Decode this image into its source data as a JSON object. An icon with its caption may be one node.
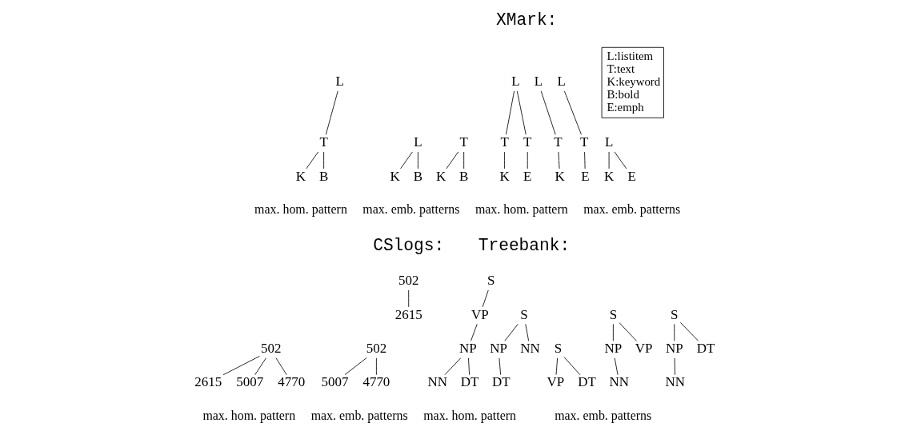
{
  "diagram": {
    "nodes": [
      {
        "text": [
          "L"
        ]
      },
      {
        "text": [
          "T"
        ]
      },
      {
        "text": [
          "K"
        ]
      },
      {
        "text": [
          "B"
        ]
      },
      {
        "text": [
          "L"
        ]
      },
      {
        "text": [
          "K"
        ]
      },
      {
        "text": [
          "B"
        ]
      },
      {
        "text": [
          "T"
        ]
      },
      {
        "text": [
          "K"
        ]
      },
      {
        "text": [
          "B"
        ]
      },
      {
        "text": [
          "L"
        ]
      },
      {
        "text": [
          "T"
        ]
      },
      {
        "text": [
          "T"
        ]
      },
      {
        "text": [
          "K"
        ]
      },
      {
        "text": [
          "E"
        ]
      },
      {
        "text": [
          "L"
        ]
      },
      {
        "text": [
          "T"
        ]
      },
      {
        "text": [
          "K"
        ]
      },
      {
        "text": [
          "L"
        ]
      },
      {
        "text": [
          "T"
        ]
      },
      {
        "text": [
          "E"
        ]
      },
      {
        "text": [
          "L"
        ]
      },
      {
        "text": [
          "K"
        ]
      },
      {
        "text": [
          "E"
        ]
      },
      {
        "text": [
          "L:listitem",
          "T:text",
          "K:keyword",
          "B:bold",
          "E:emph"
        ]
      },
      {
        "text": [
          "502"
        ]
      },
      {
        "text": [
          "2615"
        ]
      },
      {
        "text": [
          "5007"
        ]
      },
      {
        "text": [
          "4770"
        ]
      },
      {
        "text": [
          "502"
        ]
      },
      {
        "text": [
          "5007"
        ]
      },
      {
        "text": [
          "4770"
        ]
      },
      {
        "text": [
          "502"
        ]
      },
      {
        "text": [
          "2615"
        ]
      },
      {
        "text": [
          "S"
        ]
      },
      {
        "text": [
          "VP"
        ]
      },
      {
        "text": [
          "NP"
        ]
      },
      {
        "text": [
          "NN"
        ]
      },
      {
        "text": [
          "DT"
        ]
      },
      {
        "text": [
          "S"
        ]
      },
      {
        "text": [
          "NP"
        ]
      },
      {
        "text": [
          "VP"
        ]
      },
      {
        "text": [
          "NN"
        ]
      },
      {
        "text": [
          "S"
        ]
      },
      {
        "text": [
          "NP"
        ]
      },
      {
        "text": [
          "DT"
        ]
      },
      {
        "text": [
          "NN"
        ]
      },
      {
        "text": [
          "S"
        ]
      },
      {
        "text": [
          "NP"
        ]
      },
      {
        "text": [
          "NN"
        ]
      },
      {
        "text": [
          "DT"
        ]
      },
      {
        "text": [
          "S"
        ]
      },
      {
        "text": [
          "VP"
        ]
      },
      {
        "text": [
          "DT"
        ]
      }
    ],
    "edges": [
      {
        "from": 0,
        "to": 1,
        "arrow": "none"
      },
      {
        "from": 1,
        "to": 2,
        "arrow": "none"
      },
      {
        "from": 1,
        "to": 3,
        "arrow": "none"
      },
      {
        "from": 4,
        "to": 5,
        "arrow": "none"
      },
      {
        "from": 4,
        "to": 6,
        "arrow": "none"
      },
      {
        "from": 7,
        "to": 8,
        "arrow": "none"
      },
      {
        "from": 7,
        "to": 9,
        "arrow": "none"
      },
      {
        "from": 10,
        "to": 11,
        "arrow": "none"
      },
      {
        "from": 10,
        "to": 12,
        "arrow": "none"
      },
      {
        "from": 11,
        "to": 13,
        "arrow": "none"
      },
      {
        "from": 12,
        "to": 14,
        "arrow": "none"
      },
      {
        "from": 15,
        "to": 16,
        "arrow": "none"
      },
      {
        "from": 16,
        "to": 17,
        "arrow": "none"
      },
      {
        "from": 18,
        "to": 19,
        "arrow": "none"
      },
      {
        "from": 19,
        "to": 20,
        "arrow": "none"
      },
      {
        "from": 21,
        "to": 22,
        "arrow": "none"
      },
      {
        "from": 21,
        "to": 23,
        "arrow": "none"
      },
      {
        "from": 25,
        "to": 26,
        "arrow": "none"
      },
      {
        "from": 25,
        "to": 27,
        "arrow": "none"
      },
      {
        "from": 25,
        "to": 28,
        "arrow": "none"
      },
      {
        "from": 29,
        "to": 30,
        "arrow": "none"
      },
      {
        "from": 29,
        "to": 31,
        "arrow": "none"
      },
      {
        "from": 32,
        "to": 33,
        "arrow": "none"
      },
      {
        "from": 34,
        "to": 35,
        "arrow": "none"
      },
      {
        "from": 35,
        "to": 36,
        "arrow": "none"
      },
      {
        "from": 36,
        "to": 37,
        "arrow": "none"
      },
      {
        "from": 36,
        "to": 38,
        "arrow": "none"
      },
      {
        "from": 39,
        "to": 40,
        "arrow": "none"
      },
      {
        "from": 39,
        "to": 41,
        "arrow": "none"
      },
      {
        "from": 40,
        "to": 42,
        "arrow": "none"
      },
      {
        "from": 43,
        "to": 44,
        "arrow": "none"
      },
      {
        "from": 43,
        "to": 45,
        "arrow": "none"
      },
      {
        "from": 44,
        "to": 46,
        "arrow": "none"
      },
      {
        "from": 47,
        "to": 48,
        "arrow": "none"
      },
      {
        "from": 47,
        "to": 49,
        "arrow": "none"
      },
      {
        "from": 48,
        "to": 50,
        "arrow": "none"
      },
      {
        "from": 51,
        "to": 52,
        "arrow": "none"
      },
      {
        "from": 51,
        "to": 53,
        "arrow": "none"
      }
    ],
    "labels": [
      "XMark:",
      "max. hom. pattern",
      "max. emb. patterns",
      "max. hom. pattern",
      "max. emb. patterns",
      "CSlogs:",
      "Treebank:",
      "max. hom. pattern",
      "max. emb. patterns",
      "max. hom. pattern",
      "max. emb. patterns"
    ]
  }
}
